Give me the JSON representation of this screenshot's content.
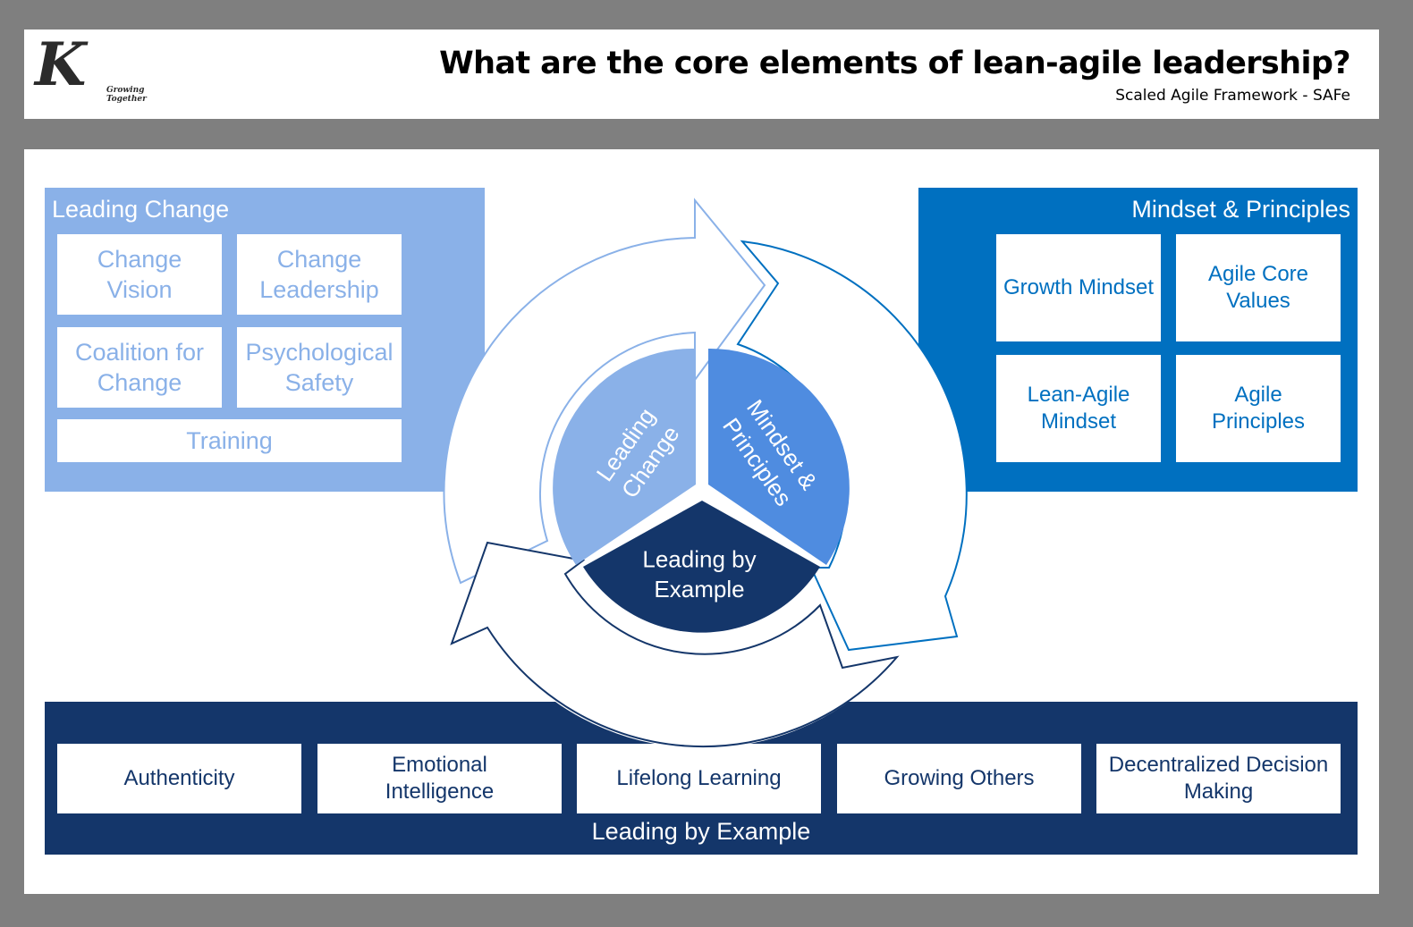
{
  "header": {
    "logo_letter": "K",
    "logo_tagline": "Growing Together",
    "title": "What are the core elements of lean-agile leadership?",
    "subtitle": "Scaled Agile Framework - SAFe"
  },
  "colors": {
    "leading_change": "#8ab1e8",
    "mindset_principles": "#0070c0",
    "mindset_segment": "#4f8ce0",
    "leading_by_example": "#14366a",
    "frame_gray": "#7f7f7f"
  },
  "panels": {
    "leading_change": {
      "title": "Leading Change",
      "items": [
        "Change Vision",
        "Change Leadership",
        "Coalition for Change",
        "Psychological Safety",
        "Training"
      ]
    },
    "mindset_principles": {
      "title": "Mindset & Principles",
      "items": [
        "Growth Mindset",
        "Agile Core Values",
        "Lean-Agile Mindset",
        "Agile Principles"
      ]
    },
    "leading_by_example": {
      "title": "Leading by Example",
      "items": [
        "Authenticity",
        "Emotional Intelligence",
        "Lifelong Learning",
        "Growing Others",
        "Decentralized Decision Making"
      ]
    }
  },
  "cycle": {
    "segments": [
      "Leading Change",
      "Mindset & Principles",
      "Leading by Example"
    ]
  }
}
